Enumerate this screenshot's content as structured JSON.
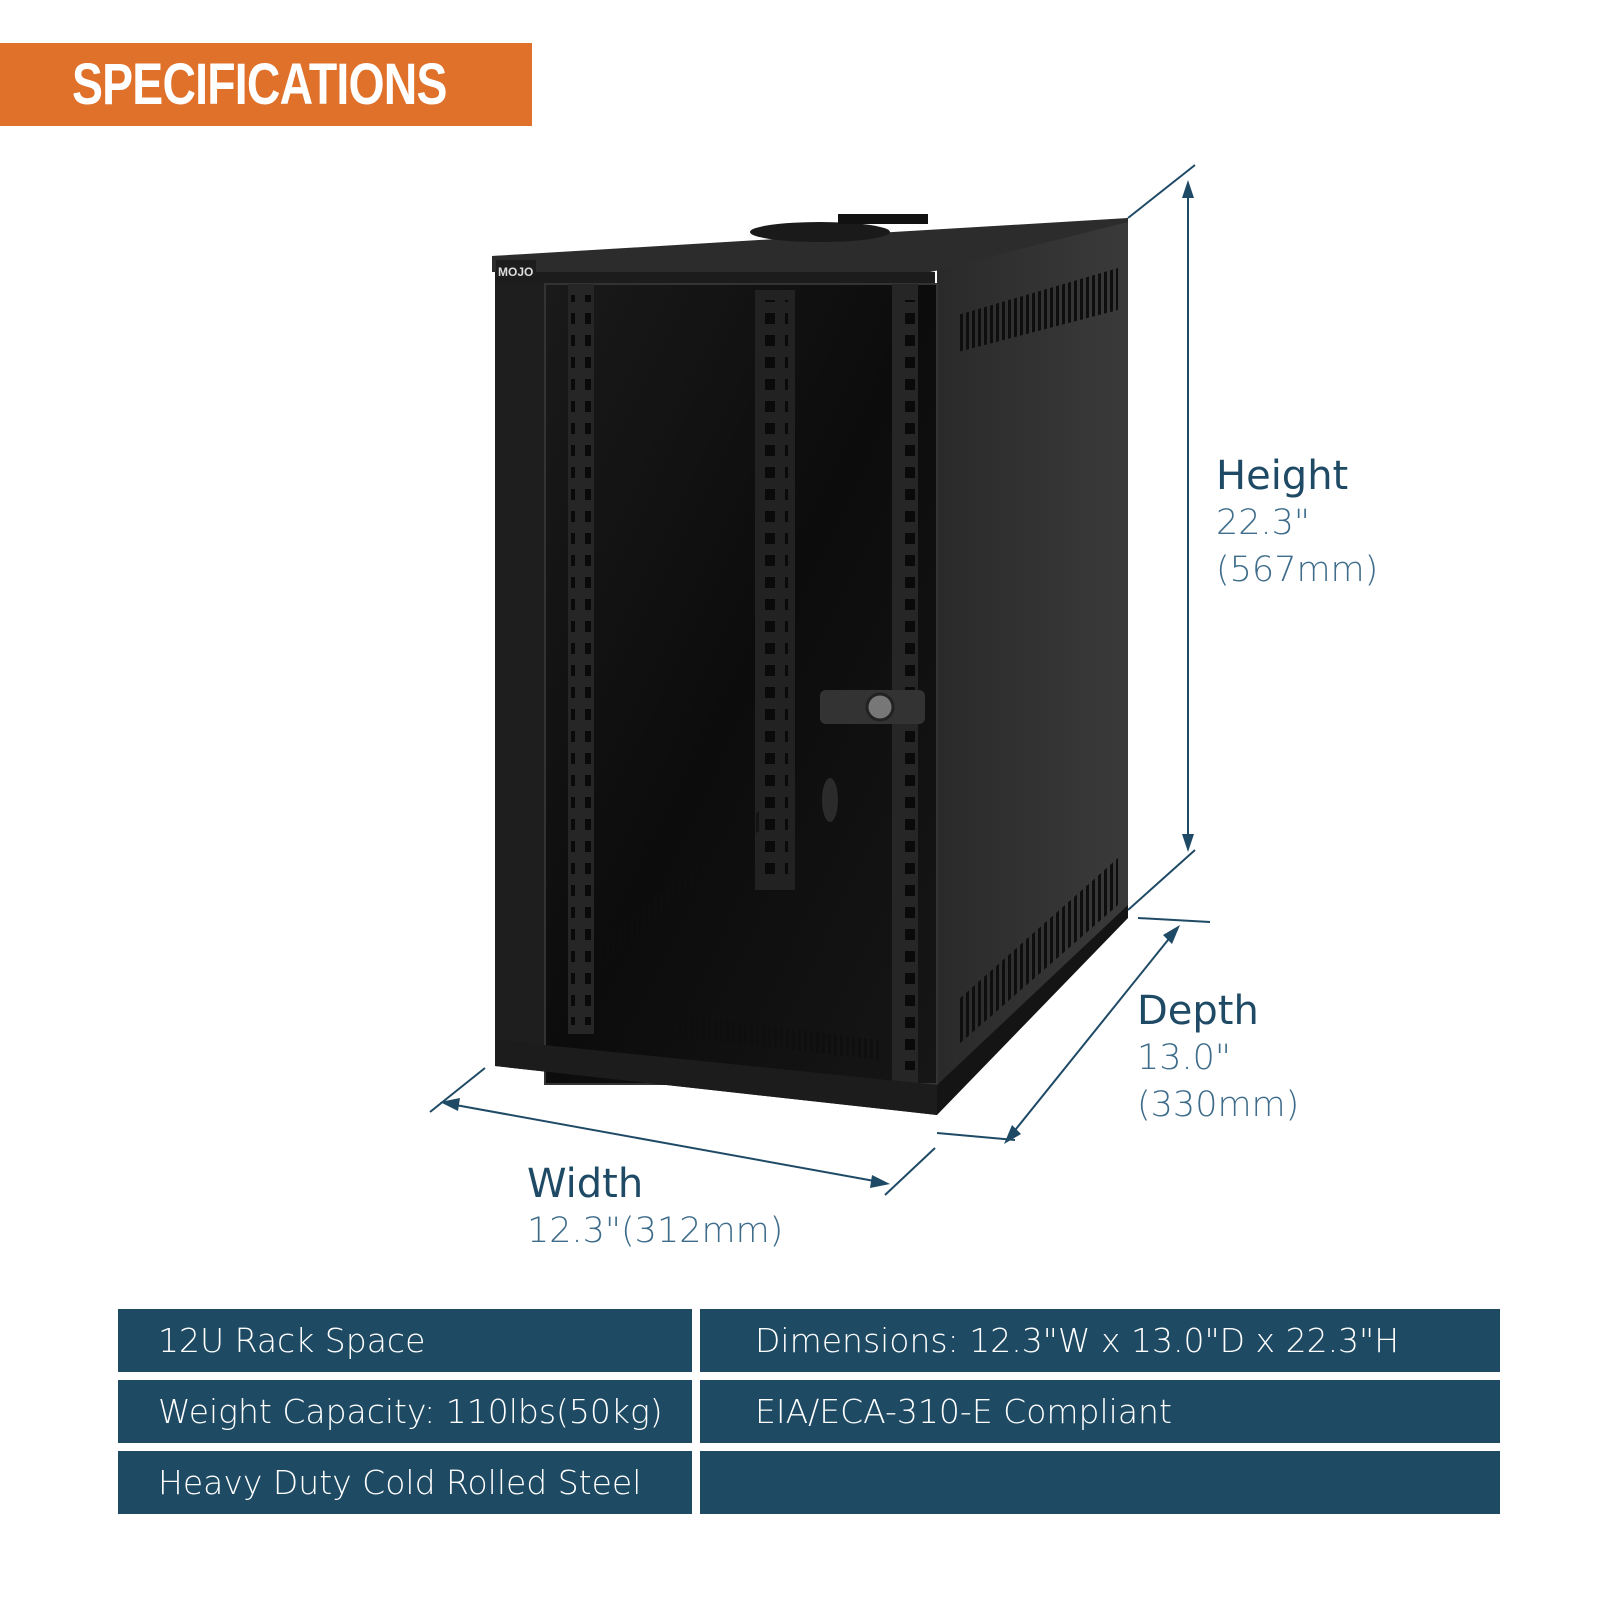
{
  "banner": {
    "title": "SPECIFICATIONS"
  },
  "brand": {
    "logo": "MOJO"
  },
  "dimensions": {
    "height": {
      "label": "Height",
      "inches": "22.3\"",
      "mm": "(567mm)"
    },
    "depth": {
      "label": "Depth",
      "inches": "13.0\"",
      "mm": "(330mm)"
    },
    "width": {
      "label": "Width",
      "value": "12.3\"(312mm)"
    }
  },
  "specs": {
    "rows": [
      {
        "left": "12U Rack Space",
        "right": "Dimensions: 12.3\"W x 13.0\"D x 22.3\"H"
      },
      {
        "left": "Weight Capacity: 110lbs(50kg)",
        "right": "EIA/ECA-310-E Compliant"
      },
      {
        "left": "Heavy Duty Cold Rolled Steel",
        "right": ""
      }
    ]
  },
  "colors": {
    "banner": "#e0712a",
    "table": "#1e4a63",
    "dimension_text": "#1f4a66",
    "cabinet": "#1b1b1b"
  }
}
